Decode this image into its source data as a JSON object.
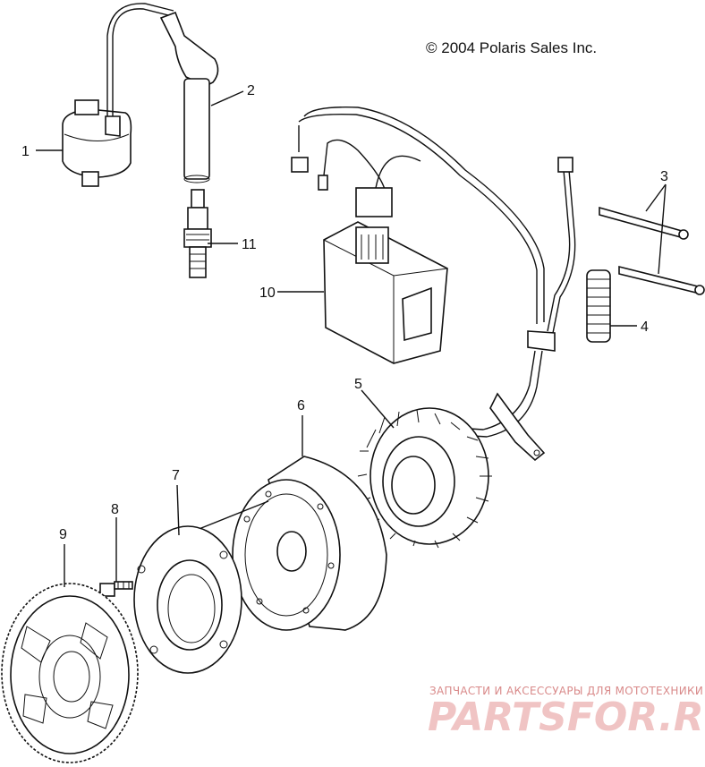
{
  "copyright": "© 2004 Polaris Sales Inc.",
  "callouts": [
    {
      "id": "1",
      "label": "1"
    },
    {
      "id": "2",
      "label": "2"
    },
    {
      "id": "3",
      "label": "3"
    },
    {
      "id": "4",
      "label": "4"
    },
    {
      "id": "5",
      "label": "5"
    },
    {
      "id": "6",
      "label": "6"
    },
    {
      "id": "7",
      "label": "7"
    },
    {
      "id": "8",
      "label": "8"
    },
    {
      "id": "9",
      "label": "9"
    },
    {
      "id": "10",
      "label": "10"
    },
    {
      "id": "11",
      "label": "11"
    }
  ],
  "watermark": {
    "tagline": "ЗАПЧАСТИ И АКСЕССУАРЫ ДЛЯ МОТОТЕХНИКИ",
    "logo_text": "PARTSFOR.RU"
  },
  "colors": {
    "line": "#111111",
    "watermark": "#e8a0a0"
  }
}
